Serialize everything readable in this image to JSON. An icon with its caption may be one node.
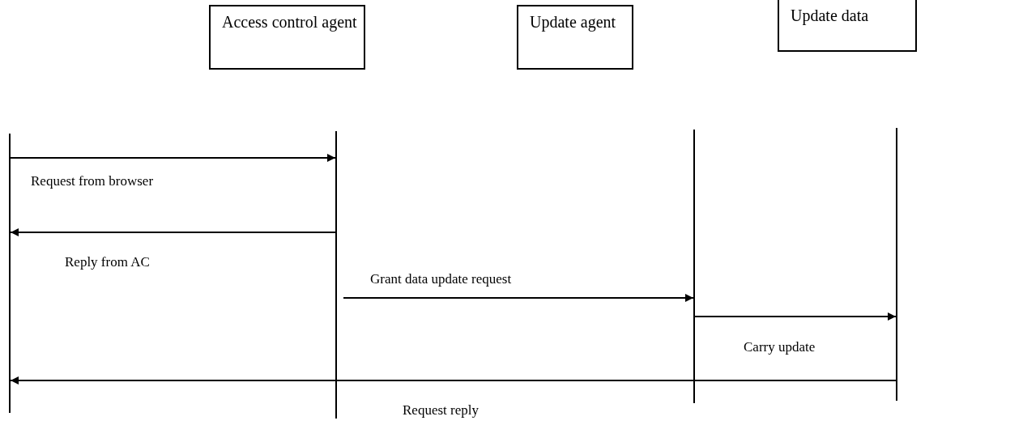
{
  "diagram": {
    "nodes": [
      {
        "text": [],
        "shape": "bar"
      },
      {
        "text": [
          "Access control agent"
        ]
      },
      {
        "text": [
          "Update agent"
        ]
      },
      {
        "text": [
          "Update data"
        ]
      },
      {
        "text": [],
        "shape": "bar"
      },
      {
        "text": [],
        "shape": "bar"
      },
      {
        "text": [],
        "shape": "bar"
      }
    ],
    "edges": [
      {
        "from": 0,
        "to": 4,
        "arrow": "to",
        "label": "Request from browser"
      },
      {
        "from": 4,
        "to": 0,
        "arrow": "to",
        "label": "Reply from AC"
      },
      {
        "from": 4,
        "to": 5,
        "arrow": "to",
        "label": "Grant data update request"
      },
      {
        "from": 5,
        "to": 6,
        "arrow": "to",
        "label": "Carry update"
      },
      {
        "from": 6,
        "to": 0,
        "arrow": "to",
        "label": "Request reply"
      }
    ]
  }
}
